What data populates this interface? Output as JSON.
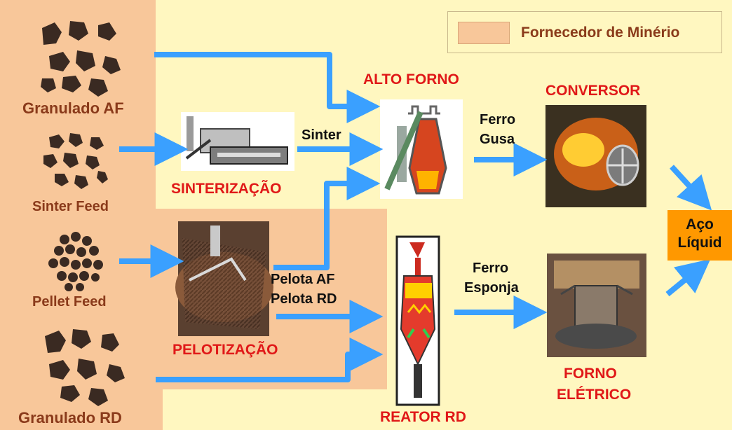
{
  "legend": {
    "label": "Fornecedor de Minério",
    "swatch_color": "#f8c79a"
  },
  "ores": {
    "granulado_af": "Granulado AF",
    "sinter_feed": "Sinter Feed",
    "pellet_feed": "Pellet Feed",
    "granulado_rd": "Granulado RD"
  },
  "processes": {
    "sinterizacao": "SINTERIZAÇÃO",
    "pelotizacao": "PELOTIZAÇÃO",
    "alto_forno": "ALTO FORNO",
    "reator_rd": "REATOR RD",
    "conversor": "CONVERSOR",
    "forno_eletrico_1": "FORNO",
    "forno_eletrico_2": "ELÉTRICO"
  },
  "flows": {
    "sinter": "Sinter",
    "pelota_af": "Pelota AF",
    "pelota_rd": "Pelota RD",
    "ferro_gusa_1": "Ferro",
    "ferro_gusa_2": "Gusa",
    "ferro_esponja_1": "Ferro",
    "ferro_esponja_2": "Esponja"
  },
  "output": {
    "line1": "Aço",
    "line2": "Líquid"
  },
  "colors": {
    "background": "#fff7c0",
    "supplier_area": "#f8c79a",
    "arrow": "#3aa0ff",
    "ore_label": "#8a3a1a",
    "process_label": "#e01818",
    "output_box": "#ff9800"
  }
}
